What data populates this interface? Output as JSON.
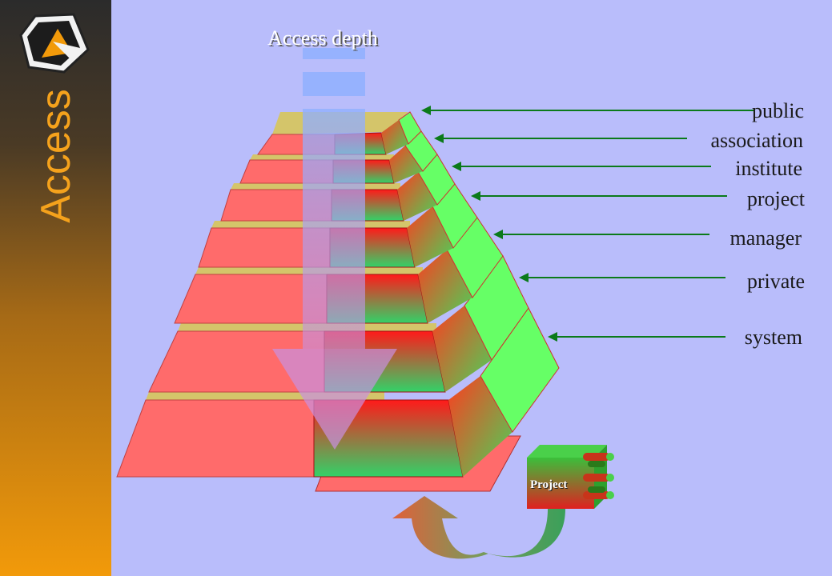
{
  "sidebar": {
    "title": "Access"
  },
  "diagram": {
    "title": "Access depth",
    "levels": [
      "public",
      "association",
      "institute",
      "project",
      "manager",
      "private",
      "system"
    ],
    "project_box": {
      "label": "Project"
    }
  },
  "colors": {
    "background": "#b9bdfb",
    "pyramid_front": "#ff6b6b",
    "pyramid_side": "#5cff5c",
    "pointer_line": "#0b7a1a",
    "sidebar_text": "#f5a21c"
  }
}
